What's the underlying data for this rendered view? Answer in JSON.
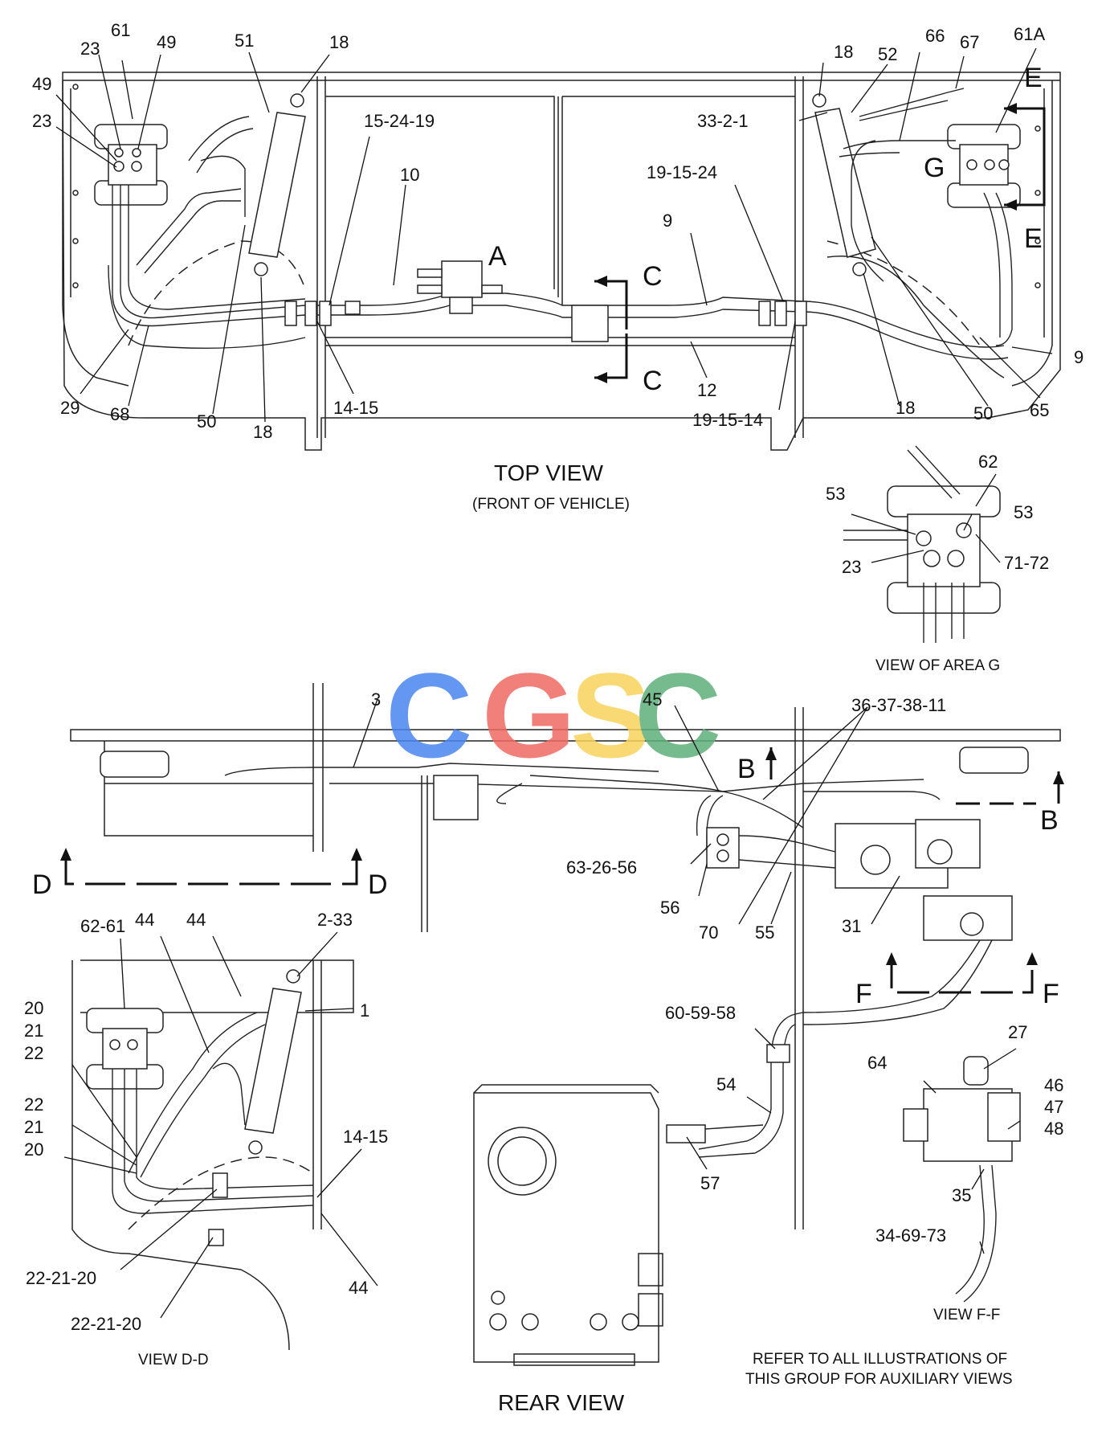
{
  "watermark": {
    "letters": [
      "C",
      "G",
      "S",
      "C"
    ],
    "colors": [
      "#4a86f0",
      "#ee6a62",
      "#f7d35c",
      "#5fb07b"
    ]
  },
  "top_view": {
    "title": "TOP VIEW",
    "subtitle": "(FRONT OF VEHICLE)",
    "callouts": [
      "61",
      "23",
      "49",
      "49",
      "23",
      "51",
      "18",
      "15-24-19",
      "10",
      "A",
      "C",
      "C",
      "9",
      "19-15-24",
      "18",
      "52",
      "66",
      "67",
      "61A",
      "33-2-1",
      "E",
      "G",
      "E",
      "9",
      "65",
      "50",
      "18",
      "19-15-14",
      "12",
      "14-15",
      "18",
      "50",
      "68",
      "29"
    ]
  },
  "view_g": {
    "title": "VIEW OF AREA  G",
    "callouts": [
      "62",
      "53",
      "53",
      "23",
      "71-72"
    ]
  },
  "rear_view": {
    "title": "REAR VIEW",
    "callouts": [
      "3",
      "45",
      "36-37-38-11",
      "B",
      "B",
      "D",
      "D",
      "63-26-56",
      "56",
      "70",
      "55",
      "31",
      "F",
      "F",
      "60-59-58",
      "54",
      "57"
    ]
  },
  "view_dd": {
    "title": "VIEW  D-D",
    "callouts": [
      "62-61",
      "44",
      "44",
      "2-33",
      "1",
      "20",
      "21",
      "22",
      "22",
      "21",
      "20",
      "14-15",
      "22-21-20",
      "44",
      "22-21-20"
    ]
  },
  "view_ff": {
    "title": "VIEW  F-F",
    "callouts": [
      "27",
      "64",
      "46",
      "47",
      "48",
      "35",
      "34-69-73"
    ]
  },
  "note": [
    "REFER TO ALL ILLUSTRATIONS OF",
    "THIS GROUP FOR AUXILIARY VIEWS"
  ]
}
